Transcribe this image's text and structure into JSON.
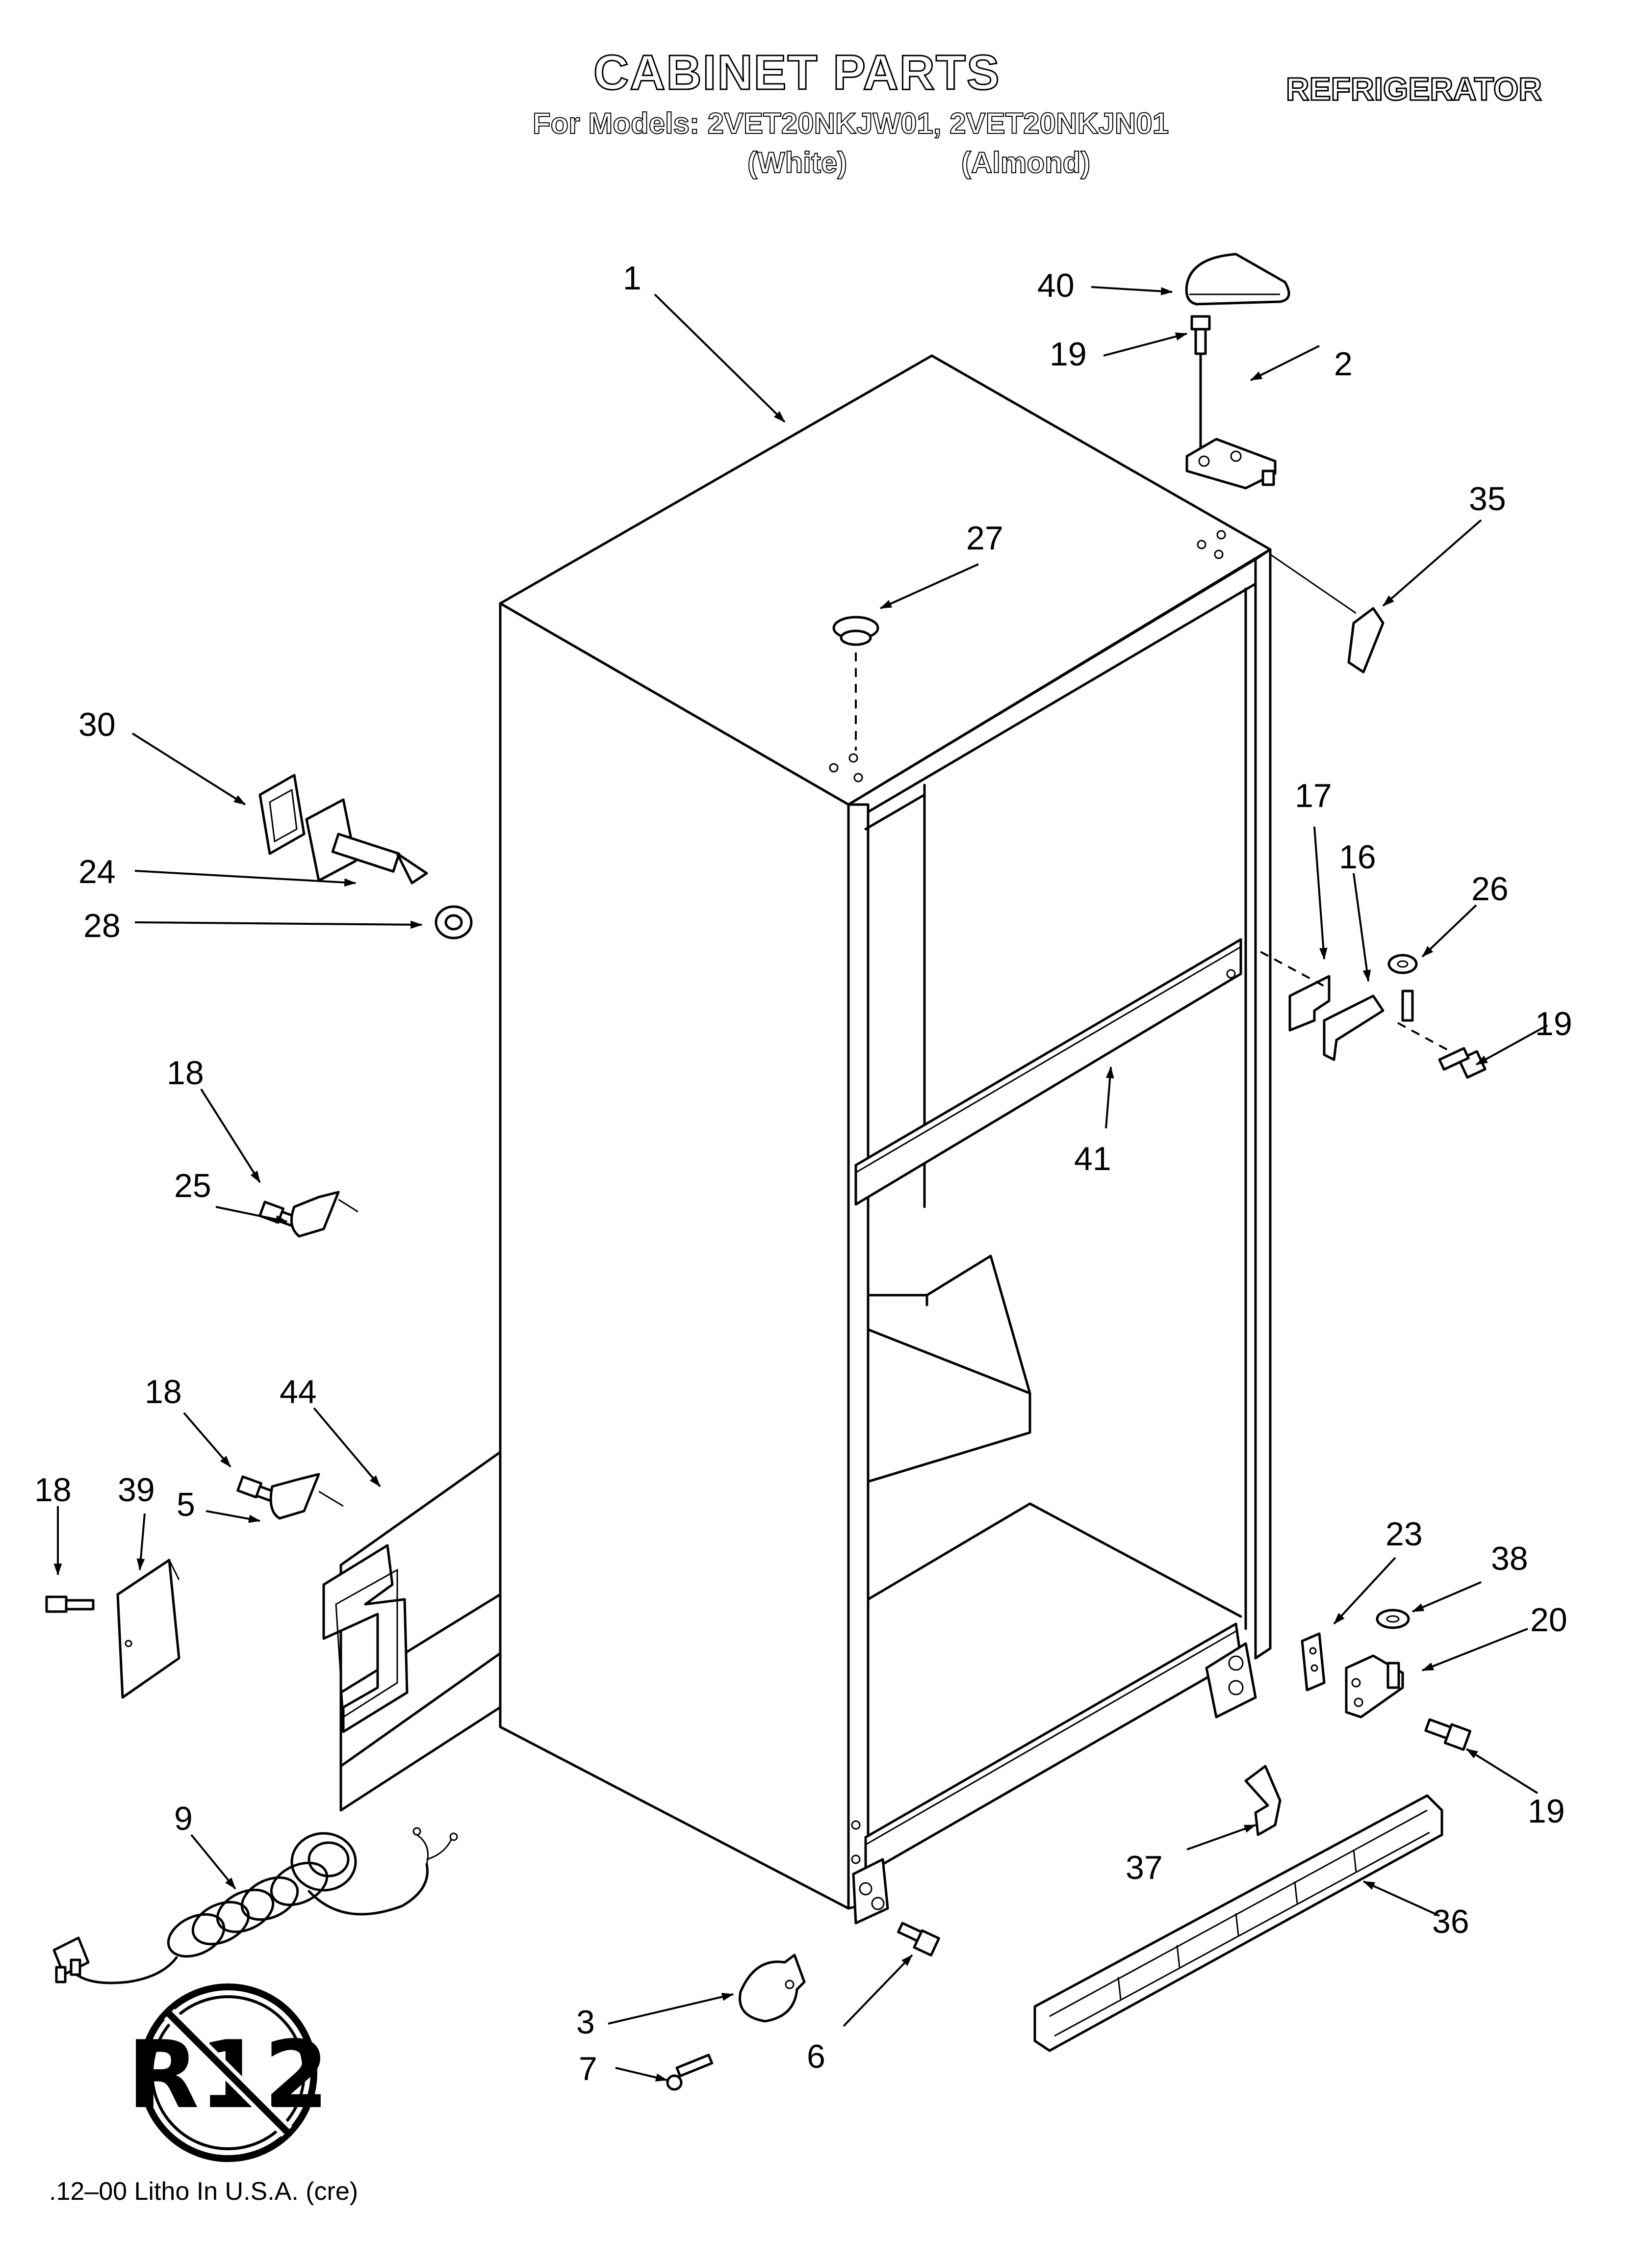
{
  "header": {
    "title": "CABINET PARTS",
    "appliance": "REFRIGERATOR",
    "models_line": "For Models: 2VET20NKJW01, 2VET20NKJN01",
    "white_note": "(White)",
    "almond_note": "(Almond)"
  },
  "footer": {
    "litho": ".12–00 Litho In U.S.A. (cre)"
  },
  "r12_symbol": {
    "label": "R12",
    "icon": "no-r12-prohibition-icon"
  },
  "callouts": {
    "c1": "1",
    "c2": "2",
    "c3": "3",
    "c5": "5",
    "c6": "6",
    "c7": "7",
    "c9": "9",
    "c16": "16",
    "c17": "17",
    "c18a": "18",
    "c18b": "18",
    "c18c": "18",
    "c19a": "19",
    "c19b": "19",
    "c19c": "19",
    "c20": "20",
    "c23": "23",
    "c24": "24",
    "c25": "25",
    "c26": "26",
    "c27": "27",
    "c28": "28",
    "c30": "30",
    "c35": "35",
    "c36": "36",
    "c37": "37",
    "c38": "38",
    "c39": "39",
    "c40": "40",
    "c41": "41",
    "c44": "44"
  }
}
